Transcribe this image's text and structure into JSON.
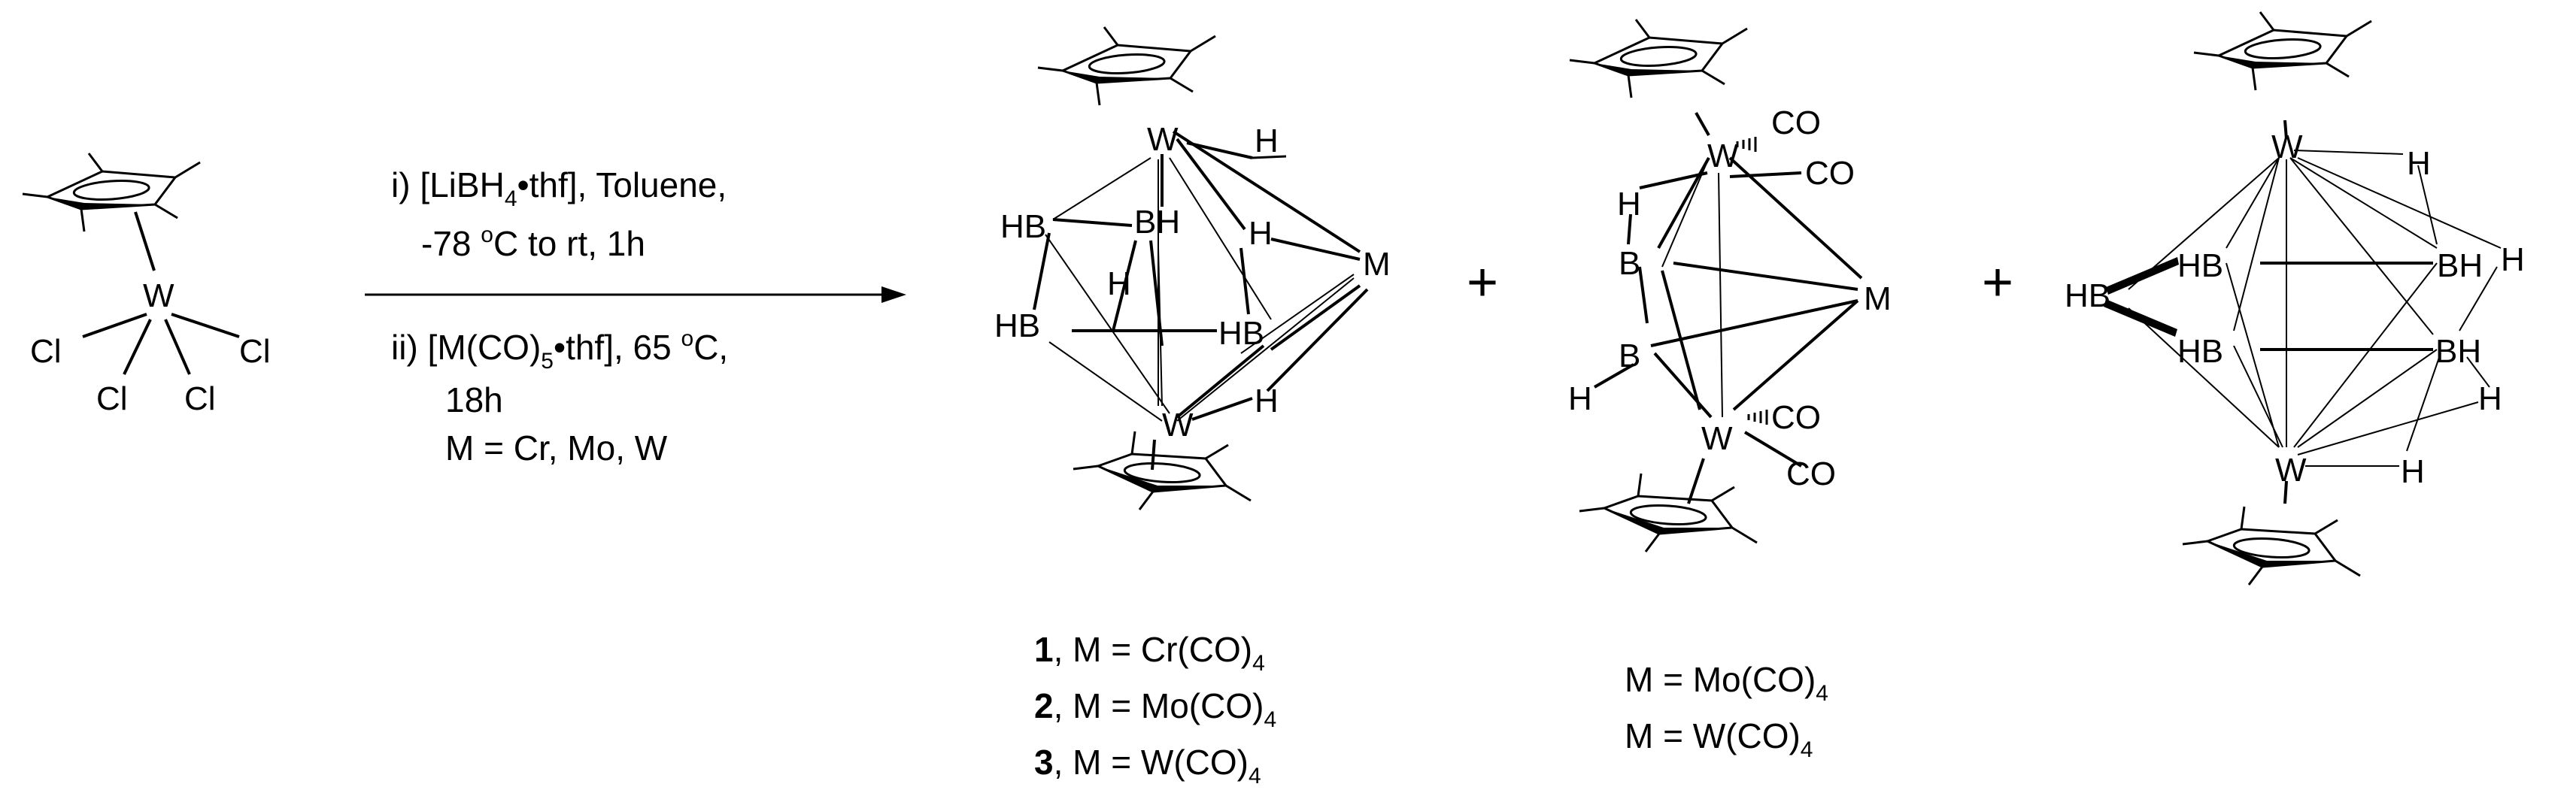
{
  "colors": {
    "ink": "#000000",
    "background": "#ffffff"
  },
  "reactant": {
    "metal": "W",
    "chlorides": [
      "Cl",
      "Cl",
      "Cl",
      "Cl"
    ]
  },
  "conditions": {
    "step1": {
      "prefix": "i) [LiBH",
      "sub": "4",
      "suffix": "•thf], Toluene,"
    },
    "step1_line2": {
      "pre": "-78 ",
      "sup": "o",
      "post": "C to rt, 1h"
    },
    "step2": {
      "prefix": "ii) [M(CO)",
      "sub": "5",
      "mid": "•thf], 65 ",
      "sup": "o",
      "suffix": "C,"
    },
    "step2_line2": "18h",
    "step2_line3": "M = Cr, Mo, W"
  },
  "product1": {
    "atoms": {
      "w_top": "W",
      "w_bottom": "W",
      "m": "M",
      "hb1": "HB",
      "bh": "BH",
      "hb2": "HB",
      "hb3": "HB",
      "h1": "H",
      "h2": "H",
      "h3": "H",
      "h4": "H"
    },
    "captions": [
      {
        "num": "1",
        "text": ", M = Cr(CO)",
        "sub": "4"
      },
      {
        "num": "2",
        "text": ", M = Mo(CO)",
        "sub": "4"
      },
      {
        "num": "3",
        "text": ", M = W(CO)",
        "sub": "4"
      }
    ]
  },
  "product2": {
    "atoms": {
      "w_top": "W",
      "w_bottom": "W",
      "m": "M",
      "b1": "B",
      "b2": "B",
      "h1": "H",
      "h2": "H",
      "co1": "CO",
      "co2": "CO",
      "co3": "CO",
      "co4": "CO"
    },
    "captions": [
      {
        "text": "M = Mo(CO)",
        "sub": "4"
      },
      {
        "text": "M = W(CO)",
        "sub": "4"
      }
    ]
  },
  "product3": {
    "atoms": {
      "w_top": "W",
      "w_bottom": "W",
      "hb_left": "HB",
      "hb1": "HB",
      "hb2": "HB",
      "bh1": "BH",
      "bh2": "BH",
      "h1": "H",
      "h2": "H",
      "h3": "H",
      "h4": "H"
    }
  },
  "plus_signs": [
    "+",
    "+"
  ]
}
